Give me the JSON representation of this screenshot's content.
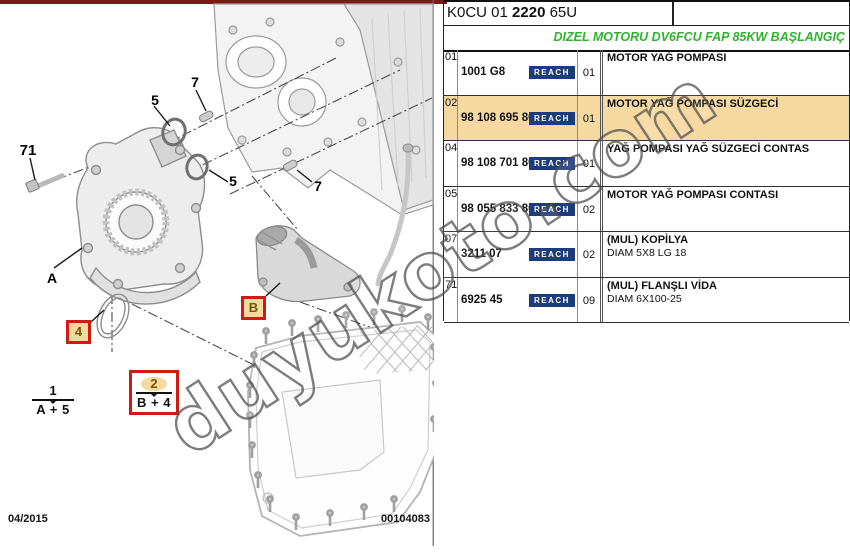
{
  "header": {
    "code_prefix": "K0CU 01",
    "code_bold": "2220",
    "code_suffix": "65U",
    "subtitle": "DIZEL MOTORU DV6FCU FAP 85KW BAŞLANGIÇ"
  },
  "table": {
    "rows": [
      {
        "num": "01",
        "ref": "1001 G8",
        "badge": "REACH",
        "qty": "01",
        "desc": "MOTOR YAĞ POMPASI",
        "desc2": "",
        "highlighted": false
      },
      {
        "num": "02",
        "ref": "98 108 695 80",
        "badge": "REACH",
        "qty": "01",
        "desc": "MOTOR YAĞ POMPASI SÜZGECİ",
        "desc2": "",
        "highlighted": true
      },
      {
        "num": "04",
        "ref": "98 108 701 80",
        "badge": "REACH",
        "qty": "01",
        "desc": "YAĞ POMPASI YAĞ SÜZGECİ CONTAS",
        "desc2": "",
        "highlighted": false
      },
      {
        "num": "05",
        "ref": "98 055 833 80",
        "badge": "REACH",
        "qty": "02",
        "desc": "MOTOR YAĞ POMPASI CONTASI",
        "desc2": "",
        "highlighted": false
      },
      {
        "num": "07",
        "ref": "3211 07",
        "badge": "REACH",
        "qty": "02",
        "desc": "(MUL) KOPİLYA",
        "desc2": "DIAM 5X8 LG 18",
        "highlighted": false
      },
      {
        "num": "71",
        "ref": "6925 45",
        "badge": "REACH",
        "qty": "09",
        "desc": "(MUL) FLANŞLI VİDA",
        "desc2": "DIAM 6X100-25",
        "highlighted": false
      }
    ]
  },
  "diagram": {
    "callouts": {
      "pin_top": "7",
      "oring_top": "5",
      "bolt": "71",
      "oring_right": "5",
      "pin_right": "7",
      "pump": "A",
      "gasket": "4",
      "strainer": "B"
    },
    "formulas": [
      {
        "num": "1",
        "den": "A + 5"
      },
      {
        "num": "2",
        "den": "B + 4"
      }
    ],
    "footer_date": "04/2015",
    "footer_doc": "00104083"
  },
  "watermark": "duyukoto.com",
  "colors": {
    "bar": "#7a1b15",
    "green": "#2fb32f",
    "tan": "#f6d9a0",
    "navy": "#1d3c7c",
    "red": "#d11a12"
  }
}
